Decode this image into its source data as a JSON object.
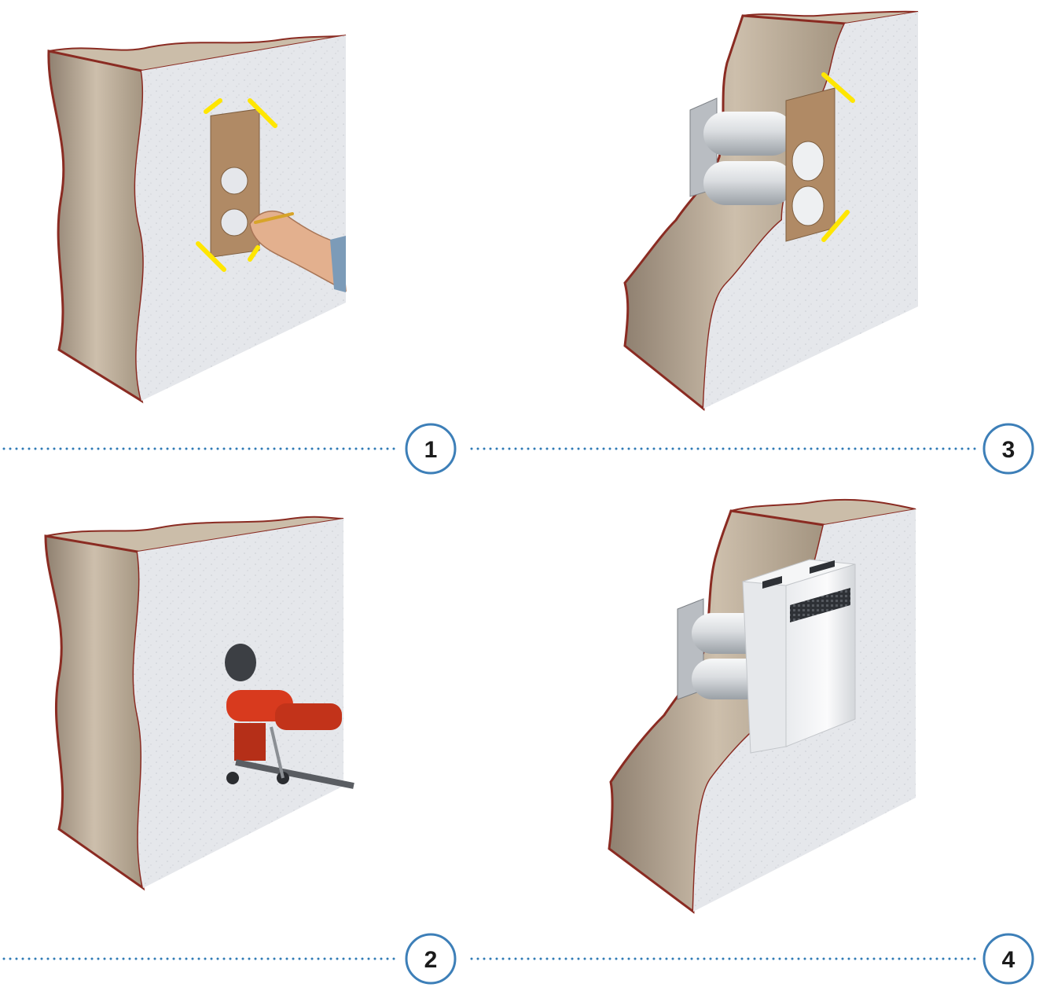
{
  "colors": {
    "wall_face": "#e4e6ea",
    "wall_face_speckle": "#cfd2d7",
    "wall_cut": "#c7b8a4",
    "wall_cut_dark": "#a8977f",
    "wall_edge": "#8a2b22",
    "template_board": "#b08a65",
    "marker_yellow": "#ffe600",
    "pipe_light": "#eef0f2",
    "pipe_dark": "#aeb3b8",
    "drill_red": "#d83a1e",
    "unit_white": "#f2f3f5",
    "grille": "#3a3d42",
    "divider_dots": "#2f7ab5",
    "badge_stroke": "#3d7fb8",
    "badge_text": "#1b1b1b"
  },
  "steps": [
    {
      "number": "1",
      "description_icon": "template-marking-icon"
    },
    {
      "number": "2",
      "description_icon": "core-drilling-icon"
    },
    {
      "number": "3",
      "description_icon": "sleeve-insertion-icon"
    },
    {
      "number": "4",
      "description_icon": "unit-mounting-icon"
    }
  ]
}
